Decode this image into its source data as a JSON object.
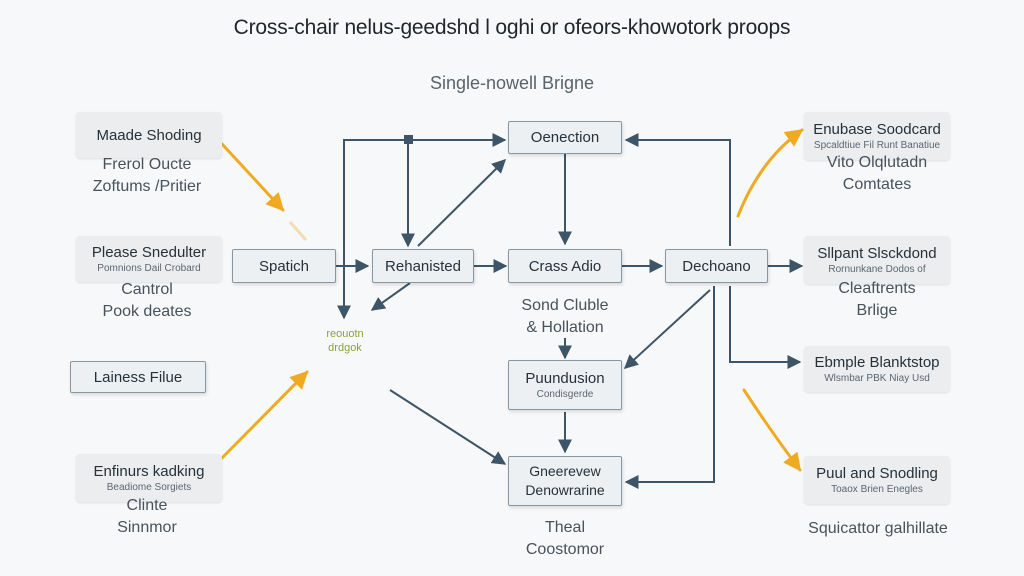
{
  "title": "Cross-chair nelus-geedshd l oghi or ofeors-khowotork proops",
  "subtitle": "Single-nowell Brigne",
  "colors": {
    "arrow_orange": "#f0aa22",
    "arrow_dark": "#3d5566",
    "box_border": "#8796a3",
    "note_green": "#8aa33a"
  },
  "left": {
    "madde": {
      "title": "Maade Shoding",
      "caption": [
        "Frerol Oucte",
        "Zoftums /Pritier"
      ]
    },
    "please": {
      "title": "Please Snedulter",
      "sub": "Pomnions Dail Crobard",
      "caption": [
        "Cantrol",
        "Pook deates"
      ]
    },
    "lainess": {
      "title": "Lainess Filue"
    },
    "enfinurs": {
      "title": "Enfinurs kadking",
      "sub": "Beadiome Sorgiets",
      "caption": [
        "Clinte",
        "Sinnmor"
      ]
    }
  },
  "center": {
    "spatich": "Spatich",
    "rehanisted": "Rehanisted",
    "oenection": "Oenection",
    "crass_adio": "Crass Adio",
    "dechoano": "Dechoano",
    "pouundusion": {
      "title": "Puundusion",
      "sub": "Condisgerde"
    },
    "gneerevew": {
      "line1": "Gneerevew",
      "line2": "Denowrarine"
    },
    "note": [
      "reouotn",
      "drdgok"
    ],
    "send_caption": [
      "Sond Cluble",
      "& Hollation"
    ],
    "theal_caption": [
      "Theal",
      "Coostomor"
    ]
  },
  "right": {
    "enubase": {
      "title": "Enubase Soodcard",
      "sub": "Spcaldtiue Fil Runt Banatiue",
      "caption": [
        "Vito Olqlutadn",
        "Comtates"
      ]
    },
    "sllpant": {
      "title": "Sllpant Slsckdond",
      "sub": "Rornunkane Dodos of",
      "caption": [
        "Cleaftrents",
        "Brlige"
      ]
    },
    "ebmple": {
      "title": "Ebmple Blanktstop",
      "sub": "Wlsmbar PBK Niay Usd"
    },
    "puul": {
      "title": "Puul and Snodling",
      "sub": "Toaox Brien Enegles",
      "caption": [
        "Squicattor galhillate"
      ]
    }
  }
}
